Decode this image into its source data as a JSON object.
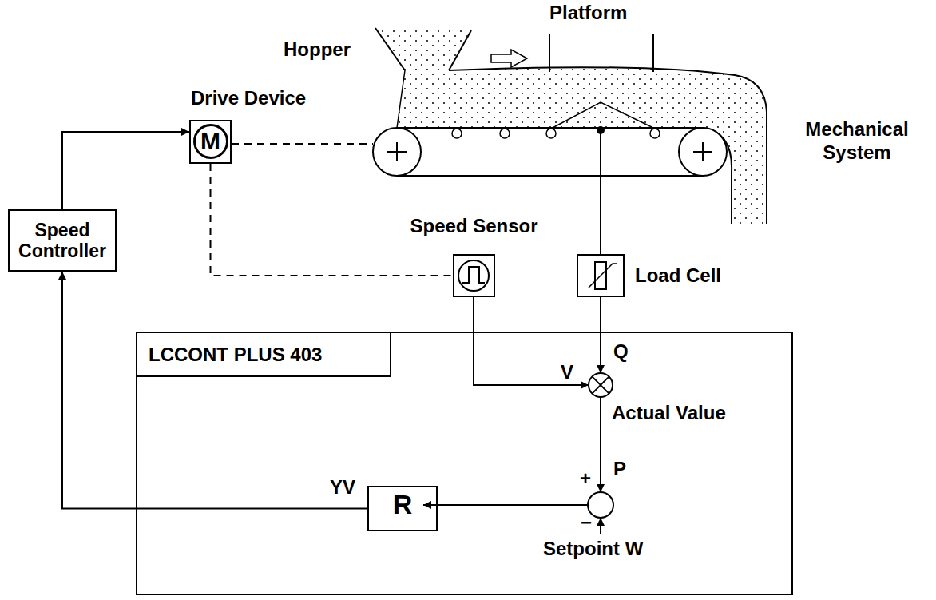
{
  "diagram": {
    "nodes": [
      {
        "text": [
          "Drive Device",
          "M"
        ]
      },
      {
        "text": [
          "Speed Controller"
        ]
      },
      {
        "text": [
          "Speed Sensor"
        ]
      },
      {
        "text": [
          "Load Cell"
        ]
      },
      {
        "text": [
          "LCCONT PLUS 403"
        ]
      },
      {
        "text": [
          "R"
        ],
        "in": 4
      }
    ],
    "edges": [
      {
        "from": 1,
        "to": 0,
        "arrow": "to"
      },
      {
        "from": 5,
        "to": 1,
        "arrow": "to"
      },
      {
        "from": 0,
        "to": 2,
        "arrow": "none"
      }
    ],
    "labels": [
      "Hopper",
      "Platform",
      "Mechanical System",
      "Q",
      "V",
      "Actual Value",
      "+",
      "P",
      "YV",
      "−",
      "Setpoint W"
    ]
  }
}
